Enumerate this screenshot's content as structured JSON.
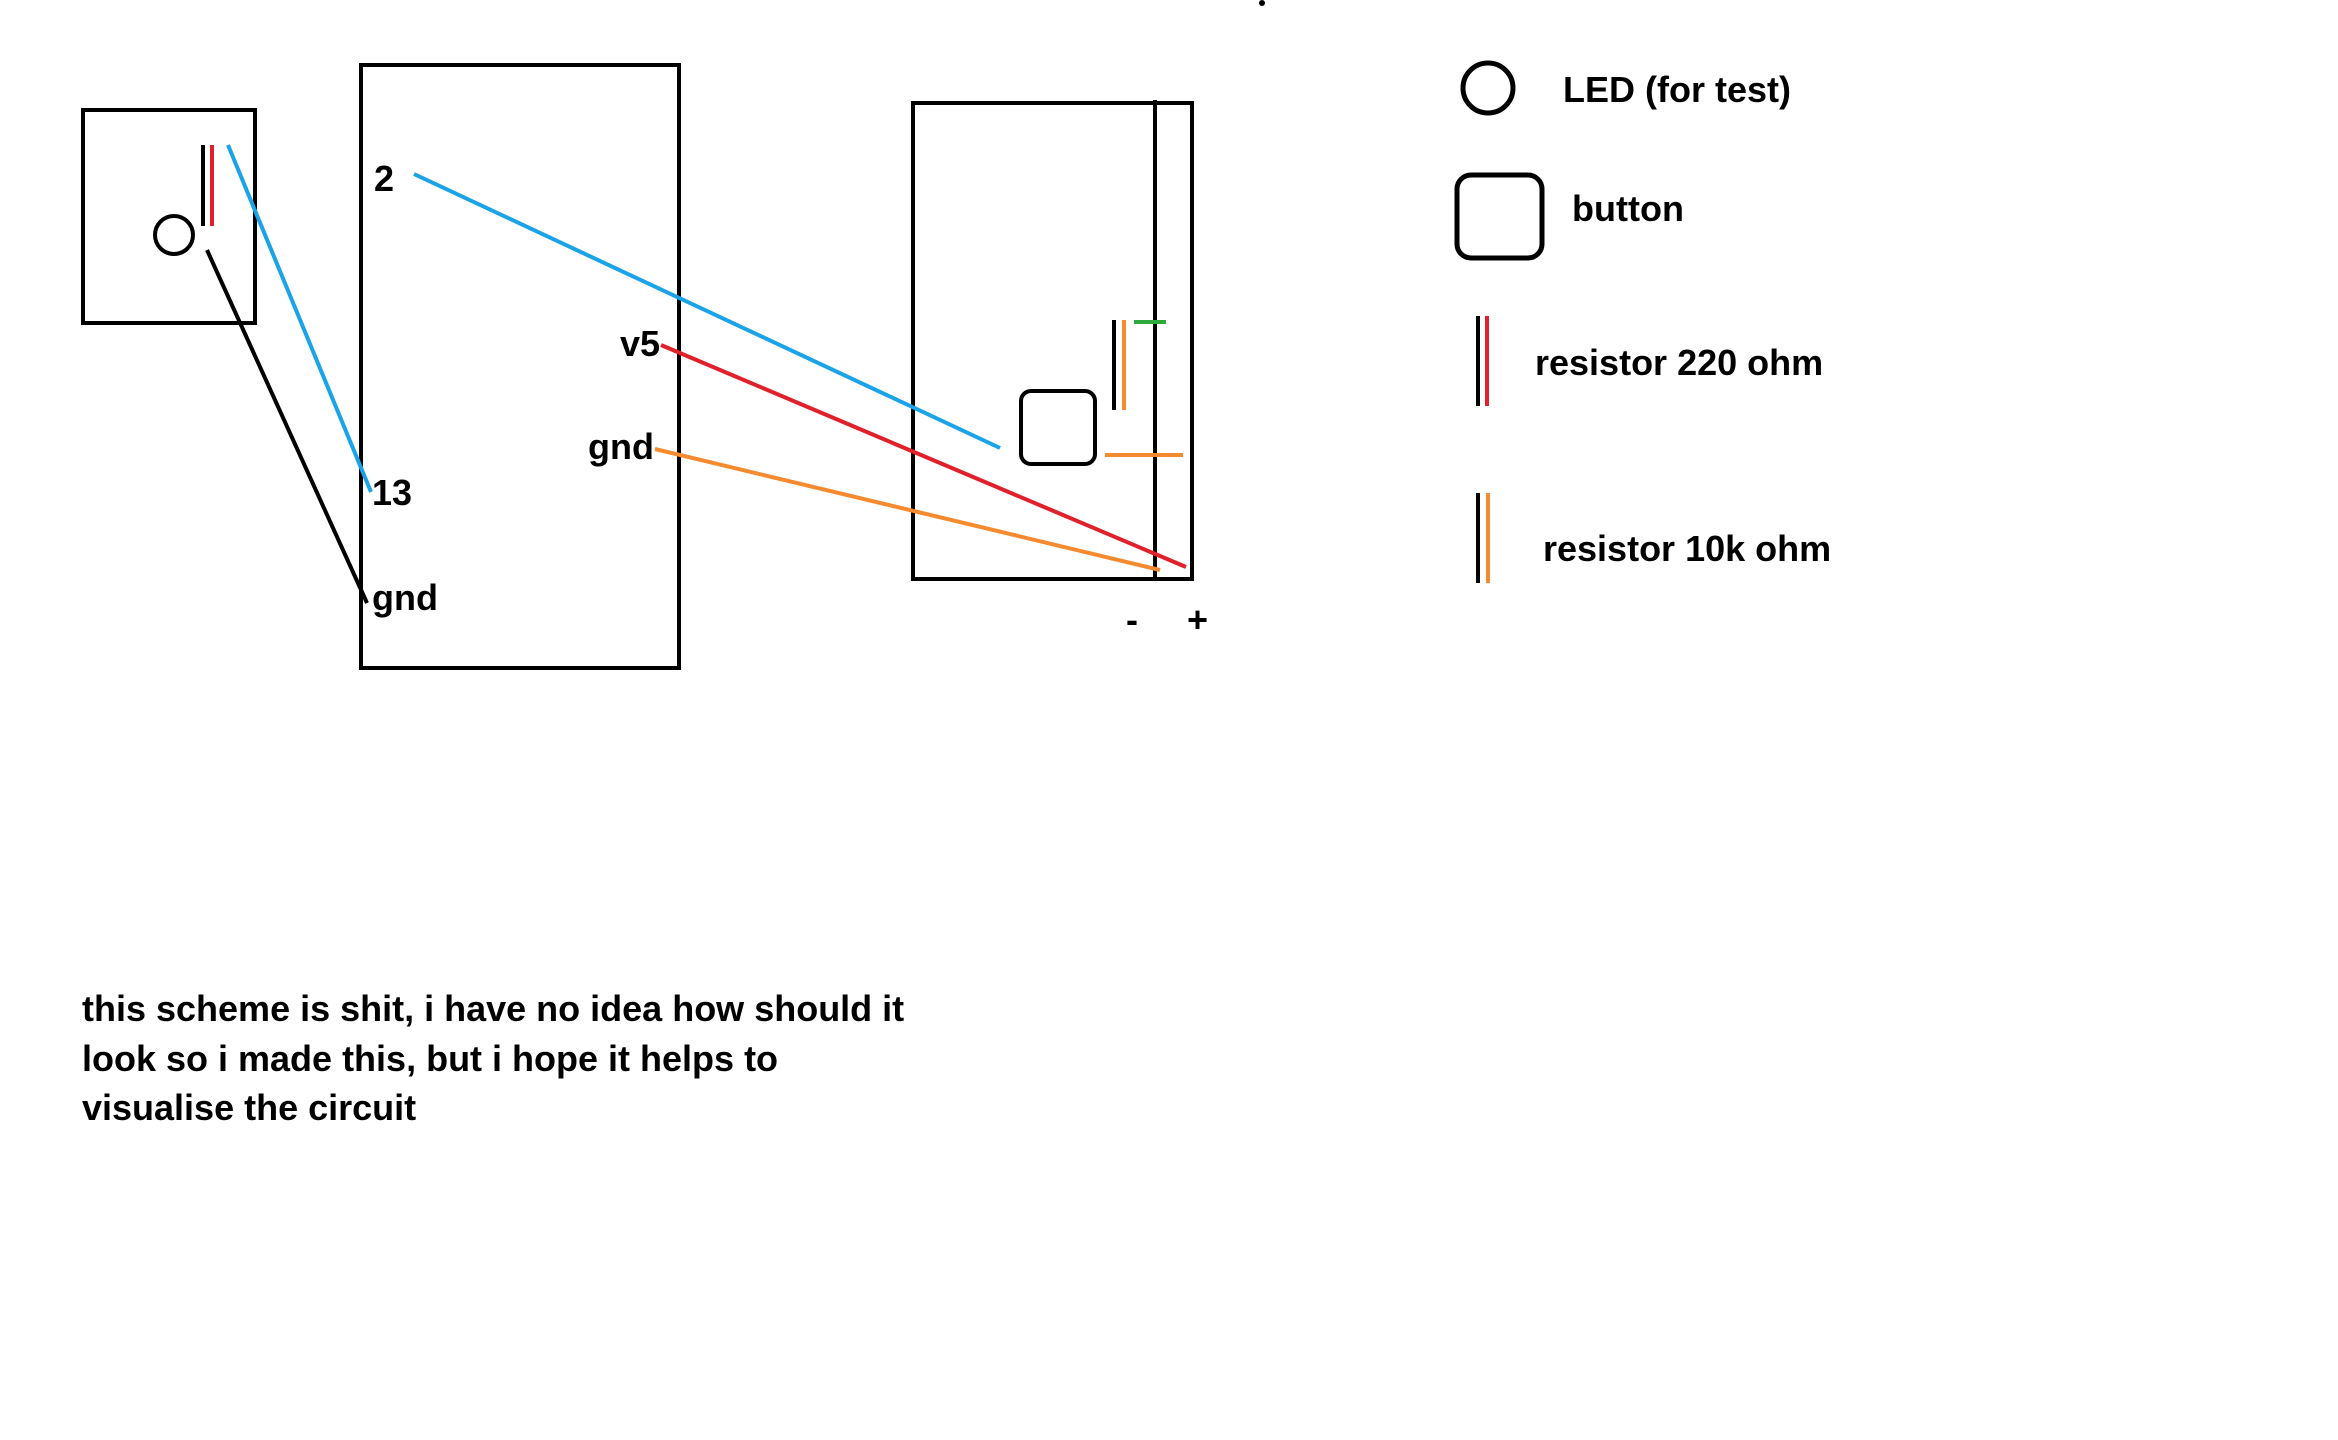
{
  "colors": {
    "outline": "#000000",
    "wire_blue": "#1aa3e6",
    "wire_red": "#e0202a",
    "wire_orange": "#f58a2e",
    "wire_green": "#2eaa3c",
    "wire_black": "#000000",
    "background": "#ffffff"
  },
  "arduino": {
    "pin_2": "2",
    "pin_13": "13",
    "pin_gnd_left": "gnd",
    "pin_v5": "v5",
    "pin_gnd_right": "gnd"
  },
  "breadboard": {
    "rail_minus": "-",
    "rail_plus": "+"
  },
  "legend": {
    "led": "LED (for test)",
    "button": "button",
    "resistor_220": "resistor 220 ohm",
    "resistor_10k": "resistor 10k ohm"
  },
  "note": {
    "line1": "this scheme is shit, i have no idea how should it",
    "line2": "look so i made this, but i hope it helps to",
    "line3": "visualise the circuit"
  }
}
